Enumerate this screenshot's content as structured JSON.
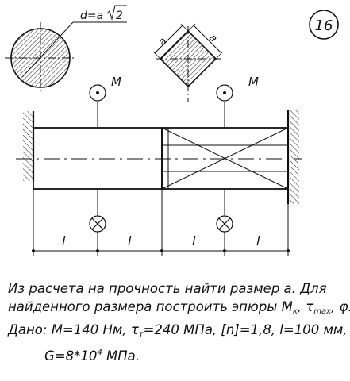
{
  "problem_number": "16",
  "labels": {
    "diameter_formula": "d=a",
    "sqrt_arg": "2",
    "side_a_1": "a",
    "side_a_2": "a",
    "moment_1": "M",
    "moment_2": "M",
    "segment_1": "l",
    "segment_2": "l",
    "segment_3": "l",
    "segment_4": "l"
  },
  "task": {
    "line1": "Из расчета на прочность найти размер а. Для",
    "line2_a": "найденного размера построить эпюры М",
    "line2_sub_k": "к",
    "line2_sep1": ", τ",
    "line2_sub_max": "max",
    "line2_tail": ", φ.",
    "line3_a": "Дано: М=140 Нм, τ",
    "line3_sub_t": "т",
    "line3_tail": "=240 МПа, [n]=1,8, l=100 мм,",
    "line4_a": "G=8",
    "line4_mult": "*",
    "line4_b": "10",
    "line4_exp": "4",
    "line4_tail": " МПа."
  }
}
